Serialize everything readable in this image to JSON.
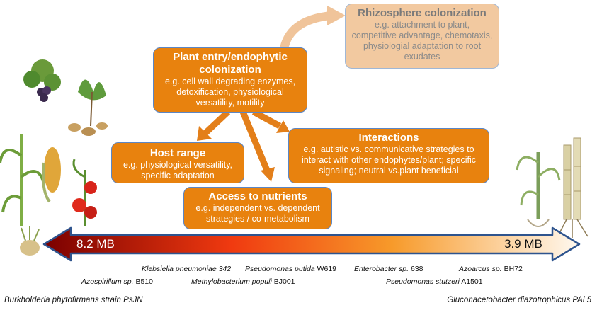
{
  "boxes": {
    "rhizosphere": {
      "title": "Rhizosphere colonization",
      "text": "e.g. attachment to plant, competitive advantage, chemotaxis, physiologial adaptation to root exudates"
    },
    "plant_entry": {
      "title": "Plant entry/endophytic colonization",
      "text": "e.g. cell wall degrading enzymes, detoxification, physiological versatility, motility"
    },
    "host_range": {
      "title": "Host range",
      "text": "e.g. physiological versatility, specific adaptation"
    },
    "interactions": {
      "title": "Interactions",
      "text": "e.g. autistic vs. communicative strategies to interact with other endophytes/plant; specific signaling; neutral vs.plant beneficial"
    },
    "nutrients": {
      "title": "Access to nutrients",
      "text": "e.g. independent vs. dependent strategies / co-metabolism"
    }
  },
  "genome_scale": {
    "left": "8.2 MB",
    "right": "3.9 MB"
  },
  "organisms_top": [
    {
      "genus": "Klebsiella pneumoniae 342",
      "strain": ""
    },
    {
      "genus": "Pseudomonas putida",
      "strain": " W619"
    },
    {
      "genus": "Enterobacter sp.",
      "strain": " 638"
    },
    {
      "genus": "Azoarcus sp.",
      "strain": " BH72"
    }
  ],
  "organisms_bottom": [
    {
      "genus": "Azospirillum sp.",
      "strain": " B510"
    },
    {
      "genus": "Methylobacterium populi",
      "strain": " BJ001"
    },
    {
      "genus": "Pseudomonas stutzeri",
      "strain": " A1501"
    }
  ],
  "endpoints": {
    "left": "Burkholderia phytofirmans strain PsJN",
    "right": "Gluconacetobacter diazotrophicus PAl 5"
  },
  "colors": {
    "box": "#e8820e",
    "arrow": "#e37f1a",
    "scale_left": "#7a0000",
    "scale_mid": "#f03a10",
    "scale_right": "#fff9f0"
  }
}
